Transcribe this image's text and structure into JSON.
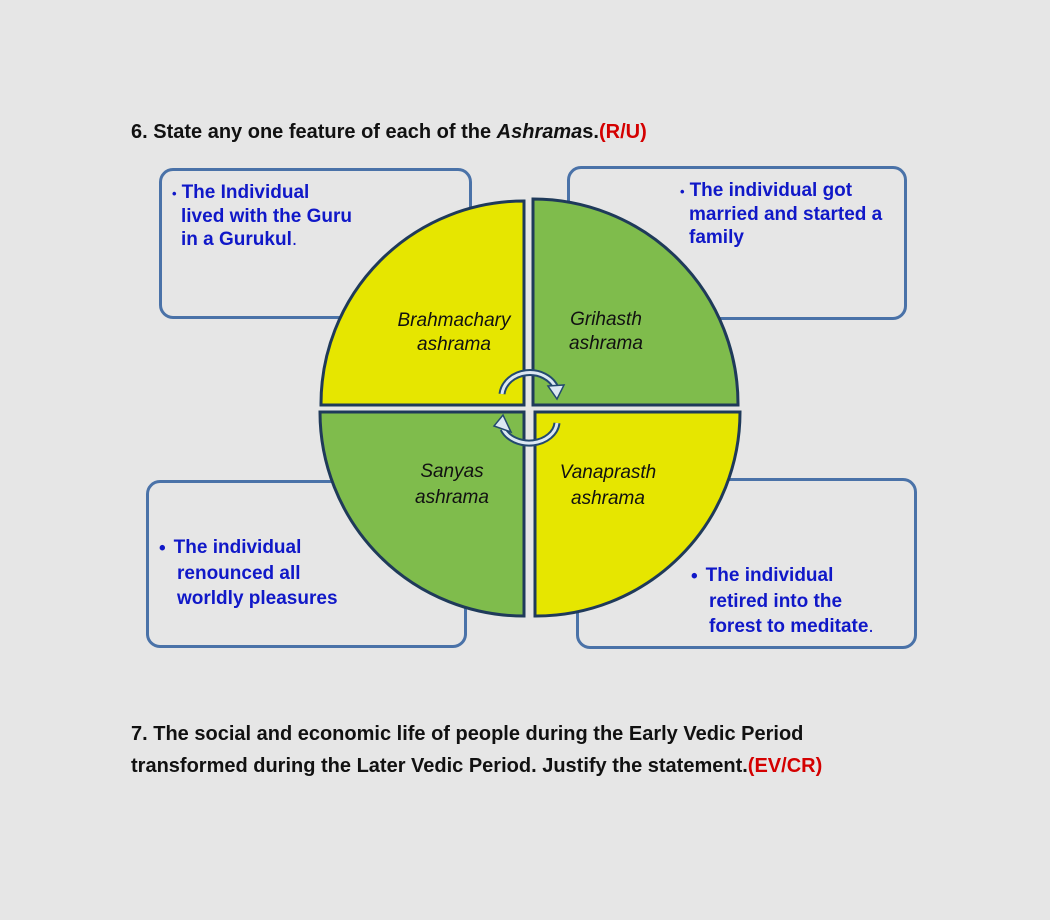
{
  "q6": {
    "number": "6.",
    "text_pre": "State any one feature of each of the",
    "text_italic": "Ashrama",
    "text_post": "s.",
    "tag": "(R/U)"
  },
  "stages": [
    {
      "name": "Brahmachary",
      "word": "ashrama",
      "fill": "#e6e600"
    },
    {
      "name": "Grihasth",
      "word": "ashrama",
      "fill": "#7fbc4c"
    },
    {
      "name": "Sanyas",
      "word": "ashrama",
      "fill": "#7fbc4c"
    },
    {
      "name": "Vanaprasth",
      "word": "ashrama",
      "fill": "#e6e600"
    }
  ],
  "boxes": {
    "brahmachary": {
      "lines": [
        "The Individual",
        "lived with the Guru",
        "in a Gurukul"
      ],
      "tail": "."
    },
    "grihasth": {
      "lines": [
        "The individual got",
        "married and started a",
        "family"
      ]
    },
    "sanyas": {
      "lines": [
        "The individual",
        "renounced all",
        "worldly pleasures"
      ]
    },
    "vanaprasth": {
      "lines": [
        "The individual",
        "retired into the",
        "forest  to meditate"
      ],
      "tail": "."
    }
  },
  "q7": {
    "line1": "7. The social and economic life of people during the Early Vedic Period",
    "line2": "transformed during the Later Vedic Period. Justify the statement.",
    "tag": "(EV/CR)"
  },
  "colors": {
    "yellow": "#e6e600",
    "green": "#7fbc4c",
    "outline": "#1f3a5a",
    "box_border": "#4a72a8",
    "box_text": "#1018c8",
    "tag": "#d40000"
  }
}
